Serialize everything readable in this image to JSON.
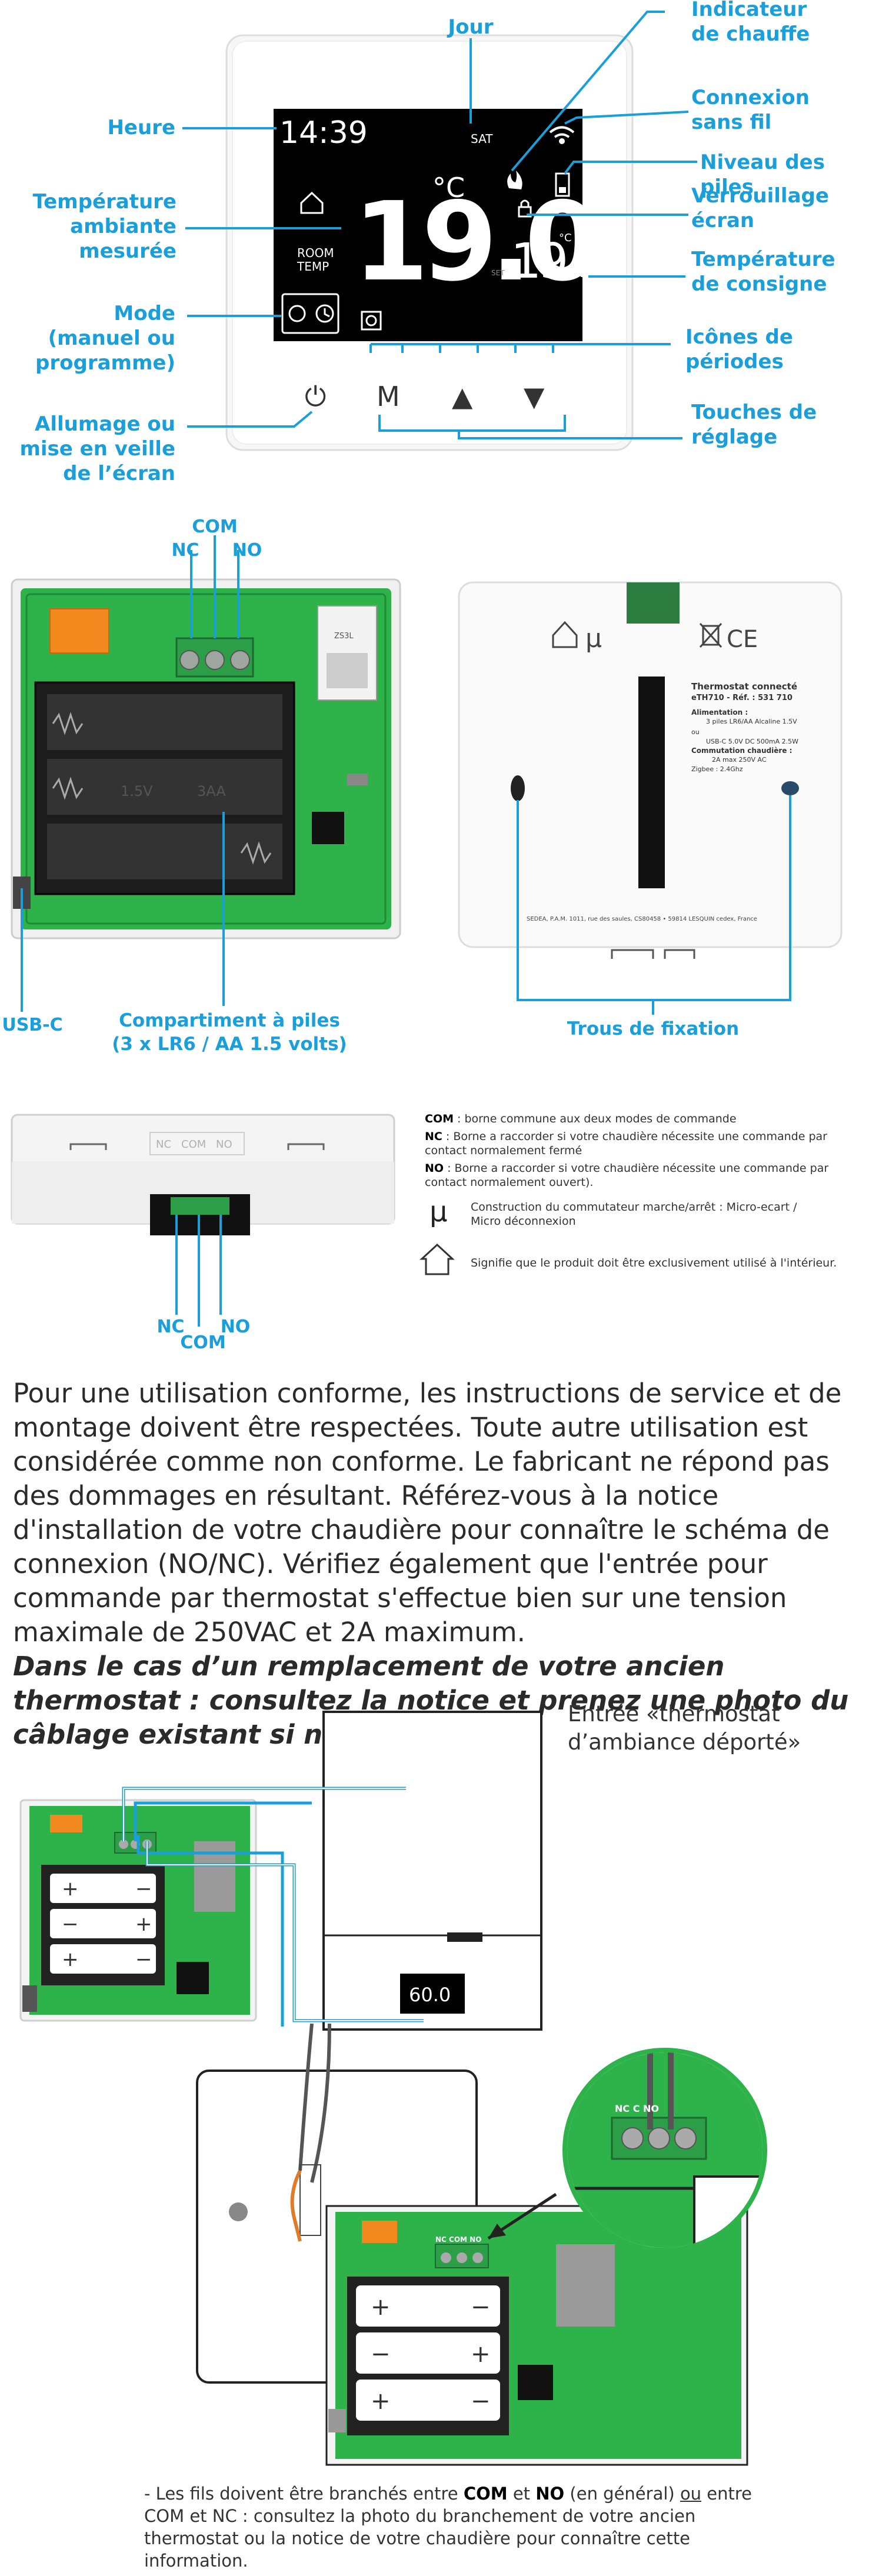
{
  "thermostat": {
    "clock": "14:39",
    "day": "SAT",
    "room_temp": "19.0",
    "unit": "°C",
    "room_label_1": "ROOM",
    "room_label_2": "TEMP",
    "set_temp": "19.5",
    "set_unit": "°C",
    "set_label": "SET",
    "buttons": {
      "power": "⏻",
      "mode": "M",
      "up": "▲",
      "down": "▼"
    }
  },
  "callouts": {
    "jour": "Jour",
    "indicateur": [
      "Indicateur",
      "de chauffe"
    ],
    "connexion": [
      "Connexion",
      "sans fil"
    ],
    "piles": "Niveau des piles",
    "verrou": [
      "Verrouillage",
      "écran"
    ],
    "heure": "Heure",
    "temp_ambiante": [
      "Température",
      "ambiante",
      "mesurée"
    ],
    "temp_consigne": [
      "Température",
      "de consigne"
    ],
    "mode": [
      "Mode",
      "(manuel ou",
      "programme)"
    ],
    "periodes": [
      "Icônes de",
      "périodes"
    ],
    "allumage": [
      "Allumage ou",
      "mise en veille",
      "de l’écran"
    ],
    "touches": [
      "Touches de",
      "réglage"
    ]
  },
  "board": {
    "com": "COM",
    "nc": "NC",
    "no": "NO",
    "usbc": "USB-C",
    "compartiment": [
      "Compartiment à piles",
      "(3 x LR6 / AA 1.5 volts)"
    ],
    "module_text": "ZS3L",
    "battery_text_1": "1.5V",
    "battery_text_2": "3AA"
  },
  "back": {
    "product_title": "Thermostat connecté",
    "product_ref": "eTH710 - Réf. : 531 710",
    "alimentation_label": "Alimentation :",
    "alim_1": "3 piles LR6/AA Alcaline 1.5V",
    "alim_ou": "ou",
    "alim_2": "USB-C 5.0V DC 500mA 2.5W",
    "commutation_label": "Commutation chaudière :",
    "commutation_value": "2A max 250V AC",
    "zigbee": "Zigbee : 2.4Ghz",
    "address": "SEDEA, P.A.M. 1011, rue des saules, CS80458 • 59814 LESQUIN cedex, France",
    "mu": "µ",
    "ce": "CE",
    "fixation": "Trous de fixation"
  },
  "bottom_view": {
    "nc": "NC",
    "com": "COM",
    "no": "NO"
  },
  "legend": {
    "com_term": "COM",
    "com_text": " : borne commune aux deux modes de commande",
    "nc_term": "NC",
    "nc_text": " : Borne a raccorder si votre chaudière nécessite une commande par contact normalement fermé",
    "no_term": "NO",
    "no_text": " : Borne a raccorder si votre chaudière nécessite une commande par contact normalement ouvert).",
    "mu_symbol": "µ",
    "mu_text_1": "Construction du commutateur marche/arrêt :    Micro-ecart /",
    "mu_text_2": "Micro déconnexion",
    "house_text": "Signifie que le produit doit être exclusivement utilisé à l'intérieur."
  },
  "paragraph": {
    "normal": "Pour une utilisation conforme, les instructions de service et de montage doivent être respectées. Toute autre utilisation est considérée comme non conforme. Le fabricant ne répond pas des dommages en résultant. Référez-vous à la notice d'installation de votre chaudière pour connaître le schéma de connexion (NO/NC). Vérifiez également que l'entrée pour commande par thermostat s'effectue bien sur une tension maximale de 250VAC et 2A maximum.",
    "bold_italic": "Dans le cas d’un remplacement de votre ancien thermostat : consultez la notice et prenez une photo du câblage existant si nécessaire."
  },
  "diagram": {
    "boiler_label_1": "Entrée «thermostat",
    "boiler_label_2": "d’ambiance déporté»",
    "boiler_display": "60.0",
    "terminal_labels": "NC COM NO",
    "zoom_labels": "NC C NO"
  },
  "note": {
    "prefix": "- Les fils doivent être branchés entre ",
    "com": "COM",
    "mid": " et ",
    "no": "NO",
    "after_no": " (en général) ",
    "ou": "ou",
    "rest": " entre COM et NC : consultez la photo du branchement de votre ancien thermostat ou la notice de votre chaudière pour connaître cette information."
  },
  "colors": {
    "accent": "#1a9fdb",
    "pcb_green": "#2db34a",
    "pcb_dark": "#1f8a38",
    "terminal_green": "#2d9e48",
    "orange": "#f28a1f",
    "lcd_black": "#000000"
  }
}
